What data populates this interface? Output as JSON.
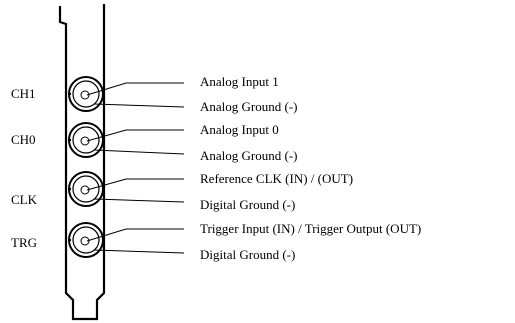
{
  "channels": [
    {
      "id": "CH1",
      "label": "CH1",
      "upper_signal": "Analog Input 1",
      "lower_signal": "Analog Ground (-)"
    },
    {
      "id": "CH0",
      "label": "CH0",
      "upper_signal": "Analog Input 0",
      "lower_signal": "Analog Ground (-)"
    },
    {
      "id": "CLK",
      "label": "CLK",
      "upper_signal": "Reference CLK (IN) / (OUT)",
      "lower_signal": "Digital Ground (-)"
    },
    {
      "id": "TRG",
      "label": "TRG",
      "upper_signal": "Trigger Input (IN) / Trigger Output (OUT)",
      "lower_signal": "Digital Ground (-)"
    }
  ]
}
